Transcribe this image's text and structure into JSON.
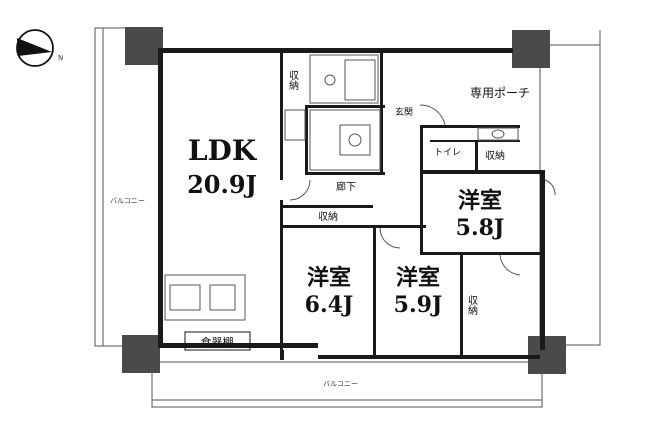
{
  "rooms": {
    "ldk": {
      "name": "LDK",
      "size": "20.9J"
    },
    "western1": {
      "name": "洋室",
      "size": "5.8J"
    },
    "western2": {
      "name": "洋室",
      "size": "6.4J"
    },
    "western3": {
      "name": "洋室",
      "size": "5.9J"
    }
  },
  "labels": {
    "storage": "収納",
    "entrance": "玄関",
    "toilet": "トイレ",
    "hallway": "廊下",
    "cupboard": "食器棚",
    "balcony": "バルコニー",
    "porch": "専用ポーチ",
    "north": "N"
  }
}
